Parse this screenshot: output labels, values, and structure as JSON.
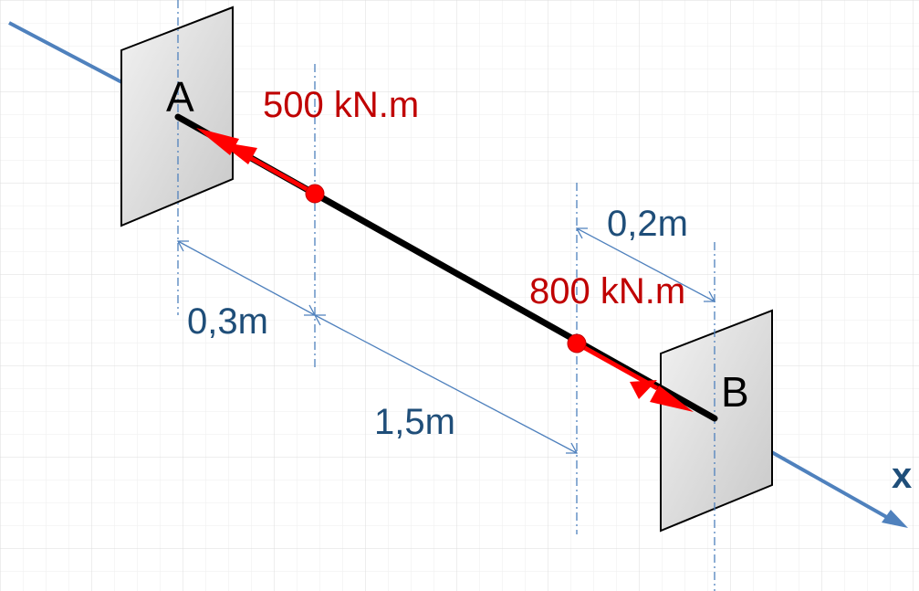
{
  "diagram": {
    "labels": {
      "support_a": "A",
      "support_b": "B",
      "axis": "x",
      "torque_a": "500 kN.m",
      "torque_b": "800 kN.m",
      "dim_a_to_torque1": "0,3m",
      "dim_torque1_to_torque2": "1,5m",
      "dim_torque2_to_b": "0,2m"
    },
    "colors": {
      "axis": "#4f81bd",
      "dimension": "#4f81bd",
      "dimension_text": "#1f4e79",
      "shaft": "#000000",
      "torque_arrow": "#ff0000",
      "torque_text": "#c00000",
      "support_fill": "#d9d9d9",
      "grid": "#e4e4e4"
    }
  }
}
